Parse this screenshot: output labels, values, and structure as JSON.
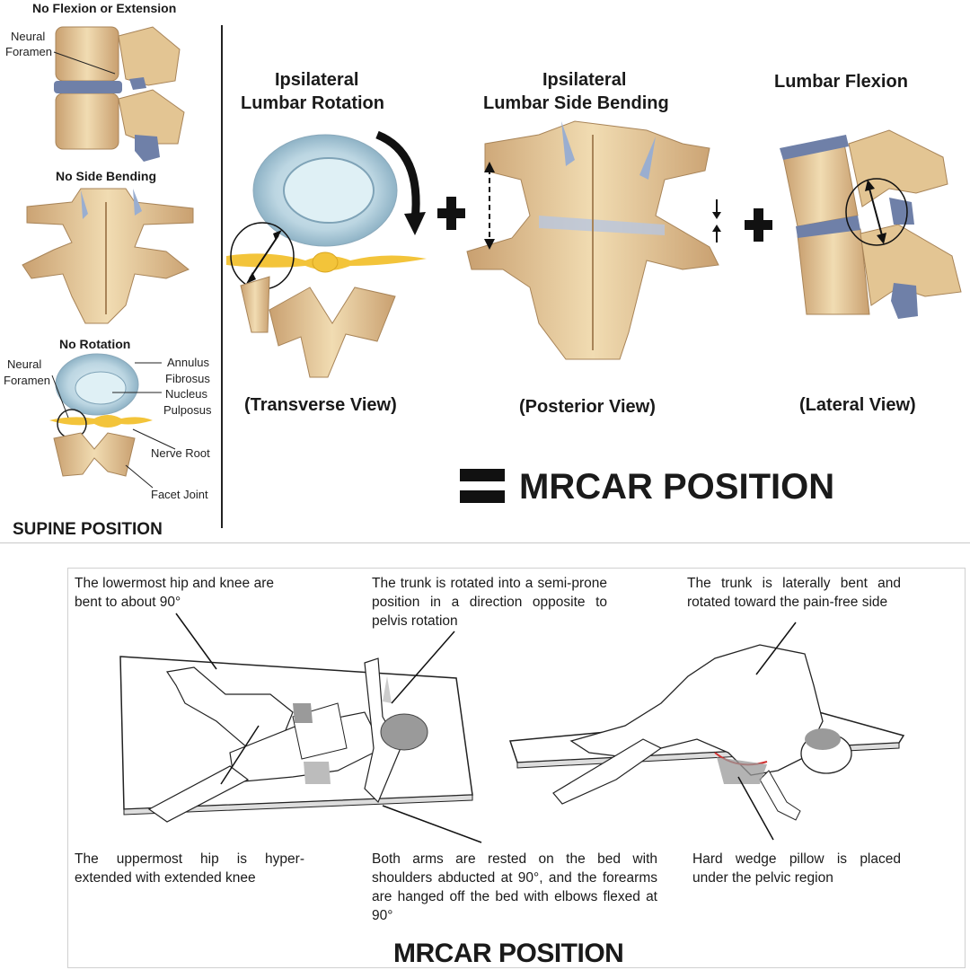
{
  "top": {
    "left_labels": {
      "no_flexion": "No Flexion or Extension",
      "neural_foramen_top": [
        "Neural",
        "Foramen"
      ],
      "no_side_bending": "No Side Bending",
      "no_rotation": "No Rotation",
      "neural_foramen_bottom": [
        "Neural",
        "Foramen"
      ],
      "annulus_fibrosus": [
        "Annulus",
        "Fibrosus"
      ],
      "nucleus_pulposus": [
        "Nucleus",
        "Pulposus"
      ],
      "nerve_root": "Nerve Root",
      "facet_joint": "Facet Joint",
      "supine_position": "SUPINE POSITION"
    },
    "titles": {
      "rotation": [
        "Ipsilateral",
        "Lumbar Rotation"
      ],
      "side_bending": [
        "Ipsilateral",
        "Lumbar Side Bending"
      ],
      "flexion": "Lumbar Flexion"
    },
    "views": {
      "transverse": "(Transverse View)",
      "posterior": "(Posterior View)",
      "lateral": "(Lateral View)"
    },
    "result": "MRCAR POSITION"
  },
  "bottom": {
    "captions": {
      "hip_knee": "The lowermost hip and knee are bent to about 90°",
      "trunk_rotated": "The trunk is rotated into a semi-prone position in a direction opposite to pelvis rotation",
      "trunk_bent": "The trunk is laterally bent and rotated toward the pain-free side",
      "uppermost_hip": "The uppermost hip is hyper-extended with extended knee",
      "arms": "Both arms are rested on the bed with shoulders abducted at 90°, and the forearms are hanged off the bed with elbows flexed at 90°",
      "pillow": "Hard wedge pillow is placed under the pelvic region"
    },
    "title": "MRCAR POSITION"
  },
  "colors": {
    "bone": "#e9d2a6",
    "bone_shade": "#c9a874",
    "disc": "#6f80a8",
    "nucleus": "#cfe3ea",
    "nerve": "#f3c43a",
    "body_gray": "#9a9a9a"
  }
}
